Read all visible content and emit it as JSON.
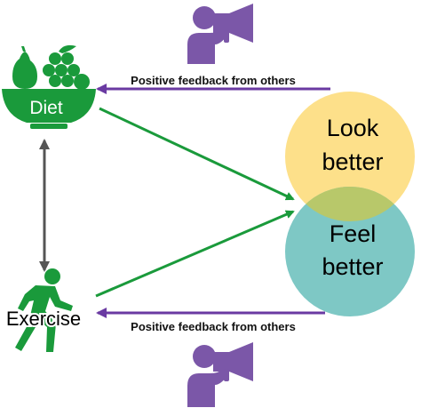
{
  "diagram": {
    "nodes": {
      "diet": {
        "label": "Diet",
        "icon": "fruit-bowl-icon"
      },
      "exercise": {
        "label": "Exercise",
        "icon": "running-person-icon"
      },
      "look_better": {
        "line1": "Look",
        "line2": "better"
      },
      "feel_better": {
        "line1": "Feel",
        "line2": "better"
      }
    },
    "feedback": {
      "top_label": "Positive feedback from others",
      "bottom_label": "Positive feedback from others",
      "icon": "person-megaphone-icon"
    },
    "colors": {
      "green": "#1a9a3b",
      "purple": "#7b57a8",
      "purple_arrow": "#6a3aa2",
      "gray_arrow": "#555555",
      "look_circle": "#fde08a",
      "feel_circle": "#7ec8c5",
      "overlap": "#b8c86a"
    }
  }
}
